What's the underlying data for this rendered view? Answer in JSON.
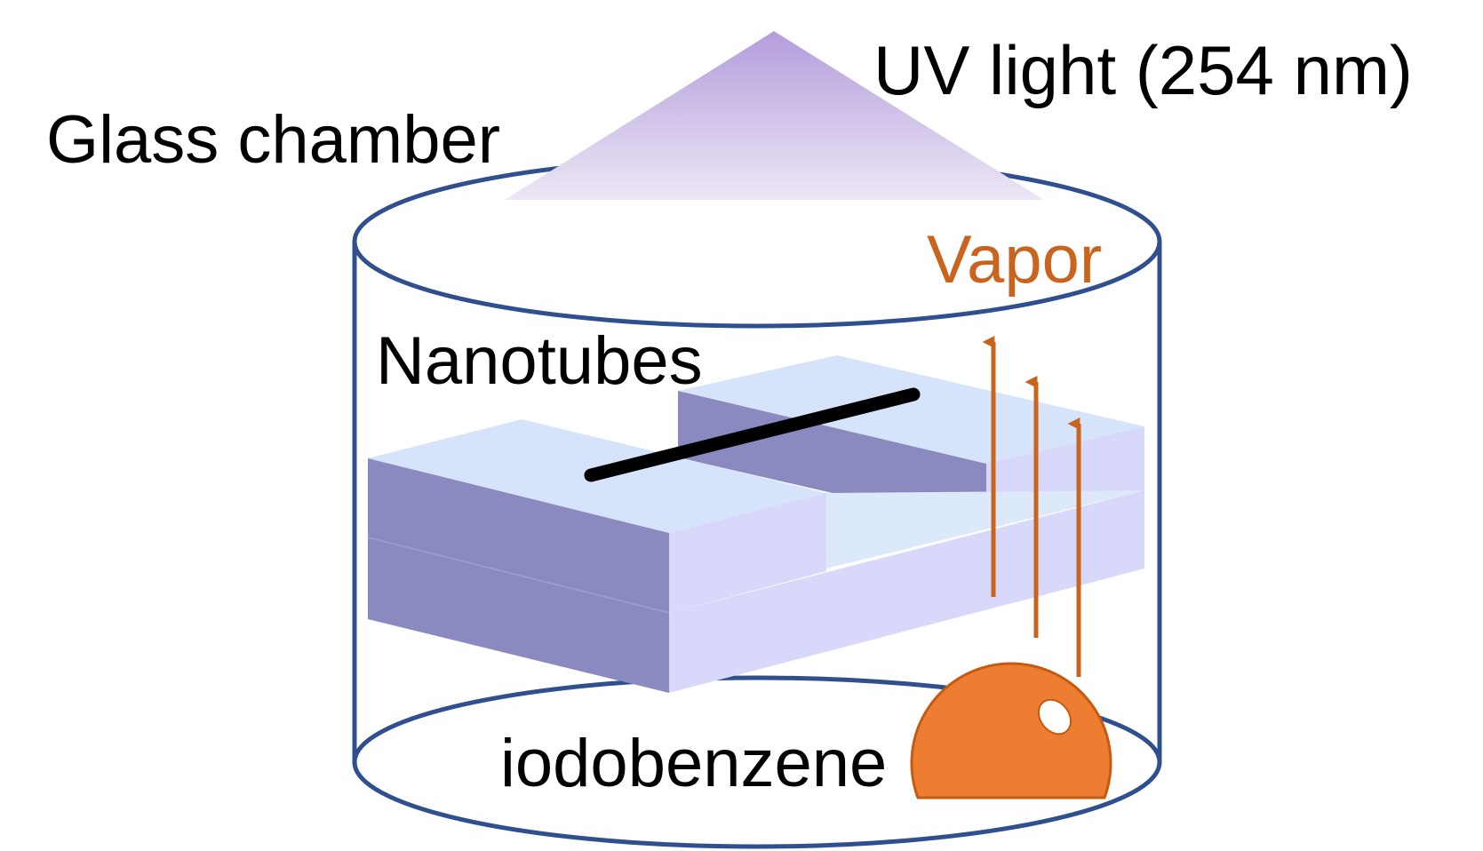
{
  "labels": {
    "uv_light": "UV light (254 nm)",
    "glass_chamber": "Glass chamber",
    "vapor": "Vapor",
    "nanotubes": "Nanotubes",
    "iodobenzene": "iodobenzene"
  },
  "colors": {
    "chamber_outline": "#2f4f8f",
    "uv_light_top": "#b39ddb",
    "uv_light_bottom": "#ede7f6",
    "substrate_top": "#d6e4fb",
    "substrate_front": "#8a8ac0",
    "substrate_side": "#d8d8fb",
    "nanotube": "#000000",
    "vapor": "#c8641e",
    "droplet": "#ed7d31",
    "droplet_edge": "#c55a11",
    "text": "#000000"
  }
}
